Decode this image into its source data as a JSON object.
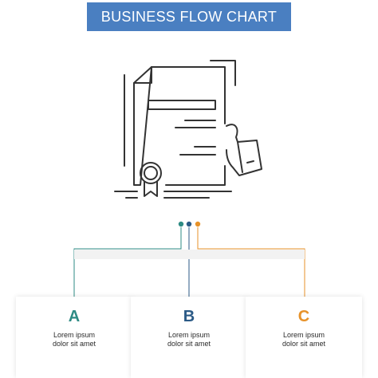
{
  "header": {
    "title": "BUSINESS FLOW CHART"
  },
  "colors": {
    "banner": "#4a7fc1",
    "a": "#2e8b84",
    "b": "#2b5a86",
    "c": "#e7922a",
    "icon_stroke": "#333333"
  },
  "icon": {
    "name": "contract-certificate-icon"
  },
  "steps": [
    {
      "letter": "A",
      "line1": "Lorem ipsum",
      "line2": "dolor sit amet"
    },
    {
      "letter": "B",
      "line1": "Lorem ipsum",
      "line2": "dolor sit amet"
    },
    {
      "letter": "C",
      "line1": "Lorem ipsum",
      "line2": "dolor sit amet"
    }
  ]
}
